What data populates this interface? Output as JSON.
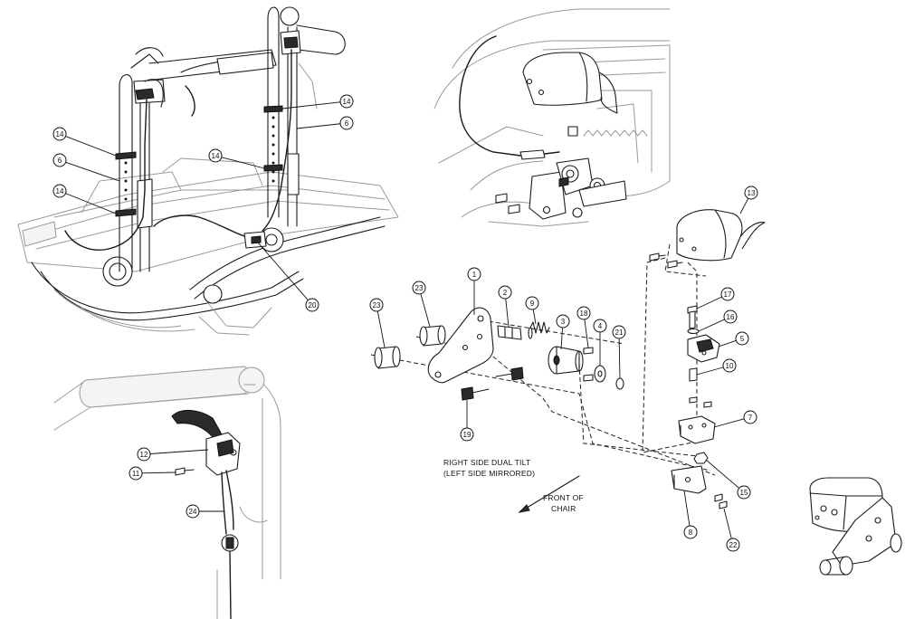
{
  "callouts": [
    {
      "id": "c14a",
      "label": "14"
    },
    {
      "id": "c6a",
      "label": "6"
    },
    {
      "id": "c14b",
      "label": "14"
    },
    {
      "id": "c14c",
      "label": "14"
    },
    {
      "id": "c6b",
      "label": "6"
    },
    {
      "id": "c14d",
      "label": "14"
    },
    {
      "id": "c20",
      "label": "20"
    },
    {
      "id": "c13",
      "label": "13"
    },
    {
      "id": "c1",
      "label": "1"
    },
    {
      "id": "c2",
      "label": "2"
    },
    {
      "id": "c9",
      "label": "9"
    },
    {
      "id": "c3",
      "label": "3"
    },
    {
      "id": "c18",
      "label": "18"
    },
    {
      "id": "c4",
      "label": "4"
    },
    {
      "id": "c21",
      "label": "21"
    },
    {
      "id": "c23a",
      "label": "23"
    },
    {
      "id": "c23b",
      "label": "23"
    },
    {
      "id": "c17",
      "label": "17"
    },
    {
      "id": "c16",
      "label": "16"
    },
    {
      "id": "c5",
      "label": "5"
    },
    {
      "id": "c10",
      "label": "10"
    },
    {
      "id": "c7",
      "label": "7"
    },
    {
      "id": "c19",
      "label": "19"
    },
    {
      "id": "c15",
      "label": "15"
    },
    {
      "id": "c8",
      "label": "8"
    },
    {
      "id": "c22",
      "label": "22"
    },
    {
      "id": "c12",
      "label": "12"
    },
    {
      "id": "c11",
      "label": "11"
    },
    {
      "id": "c24",
      "label": "24"
    }
  ],
  "notes": {
    "side_line1": "RIGHT SIDE DUAL TILT",
    "side_line2": "(LEFT SIDE MIRRORED)",
    "front_line1": "FRONT OF",
    "front_line2": "CHAIR"
  }
}
